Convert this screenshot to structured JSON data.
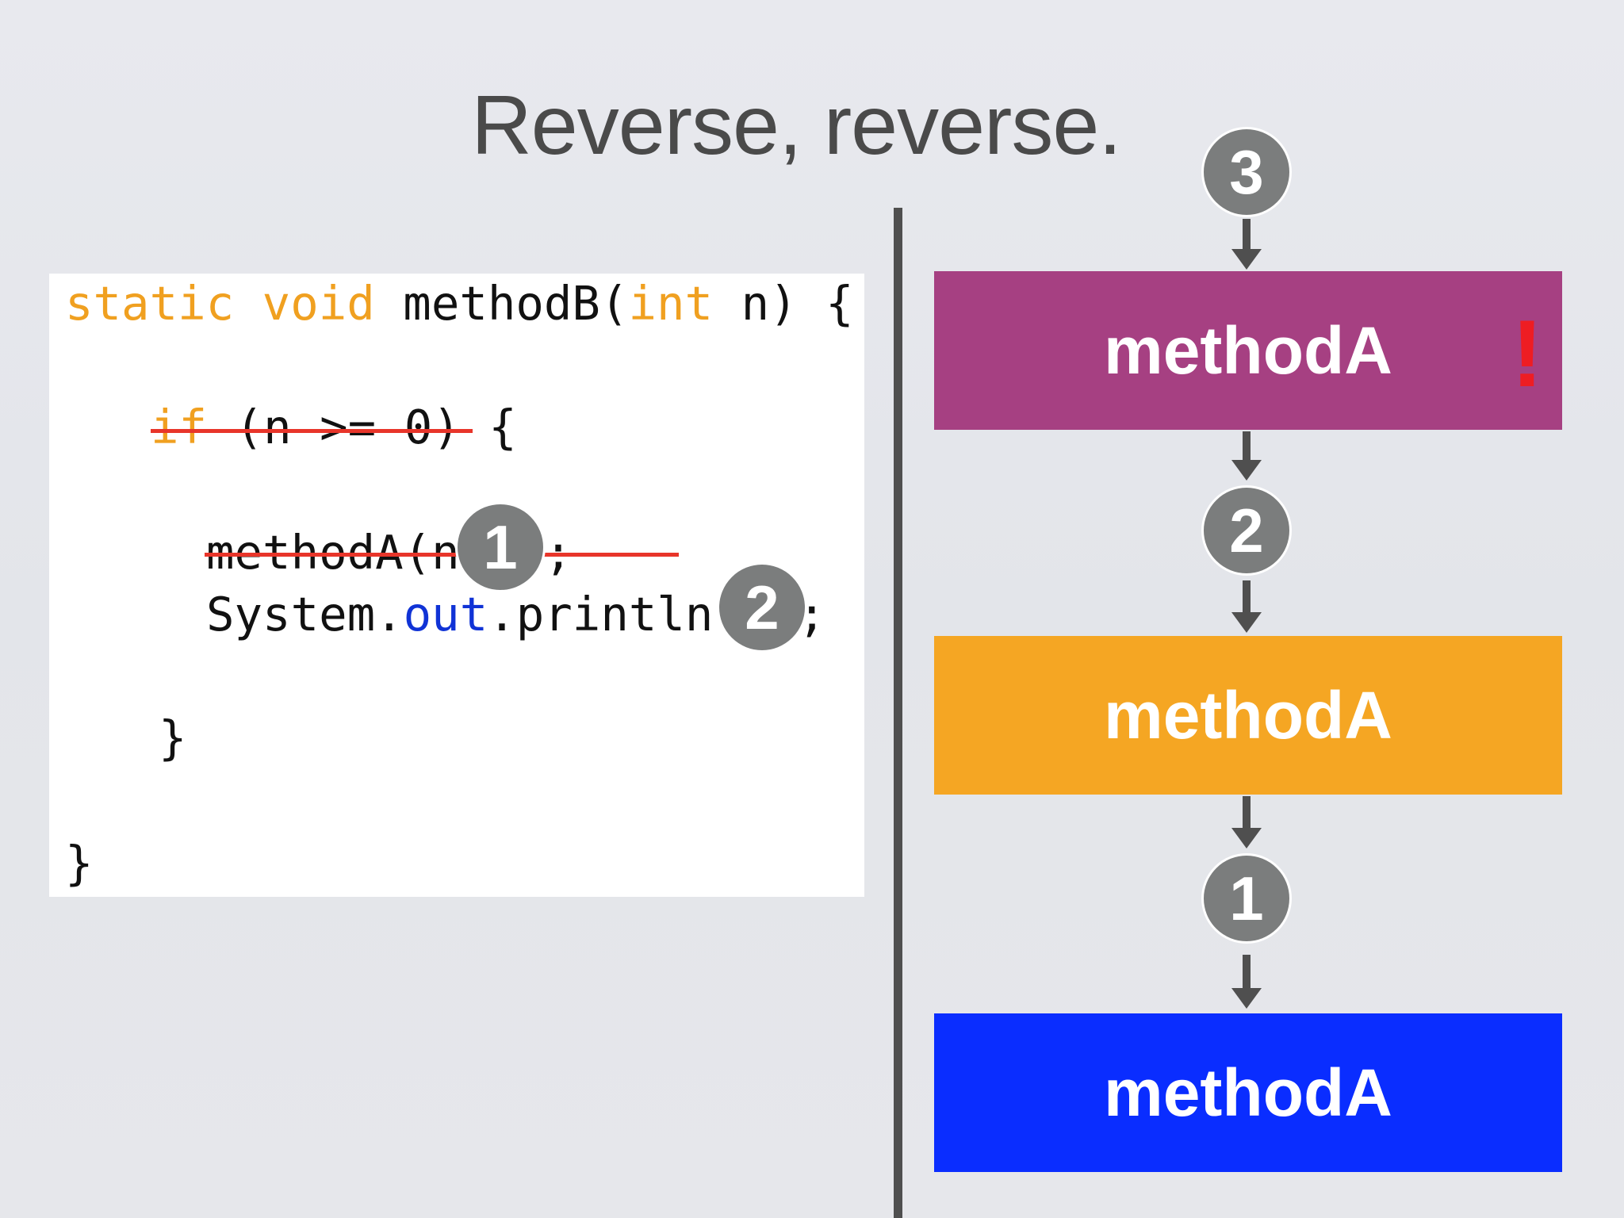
{
  "slide": {
    "title": "Reverse, reverse."
  },
  "code": {
    "line1": {
      "kw1": "static",
      "kw2": "void",
      "mid": "methodB(",
      "kw3": "int",
      "end": "n) {"
    },
    "line2": {
      "kw": "if",
      "rest": "(n >= 0)",
      "brace": "{"
    },
    "line3": "methodA(n-1);",
    "line4": {
      "pre": "System.",
      "field": "out",
      "post": ".println(n);"
    },
    "line5": "}",
    "line6": "}"
  },
  "code_badges": {
    "badge1": "1",
    "badge2": "2"
  },
  "stack": {
    "frames": [
      {
        "label": "methodA",
        "color": "#a64082"
      },
      {
        "label": "methodA",
        "color": "#f5a623"
      },
      {
        "label": "methodA",
        "color": "#0a2dff"
      }
    ],
    "alert": "!",
    "badges": [
      "3",
      "2",
      "1"
    ],
    "strike_color": "#e8352a",
    "badge_color": "#7b7d7d"
  }
}
